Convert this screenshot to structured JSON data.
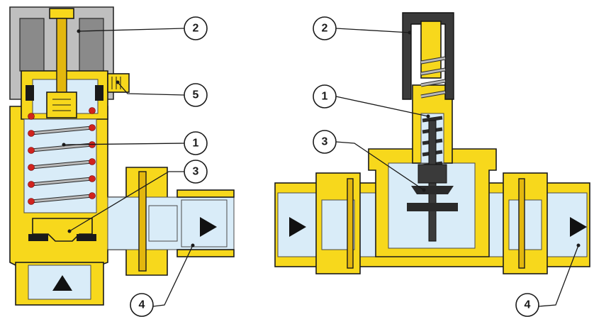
{
  "callouts": {
    "left": {
      "c2": "2",
      "c5": "5",
      "c1": "1",
      "c3": "3",
      "c4": "4"
    },
    "right": {
      "c2": "2",
      "c1": "1",
      "c3": "3",
      "c4": "4"
    }
  },
  "colors": {
    "brass": "#f7d81c",
    "water": "#d9ecf8",
    "cap": "#bfbfbf",
    "spring_dots": "#d0231e"
  },
  "icons": [
    "flow-arrow-up-icon",
    "flow-arrow-right-icon"
  ]
}
